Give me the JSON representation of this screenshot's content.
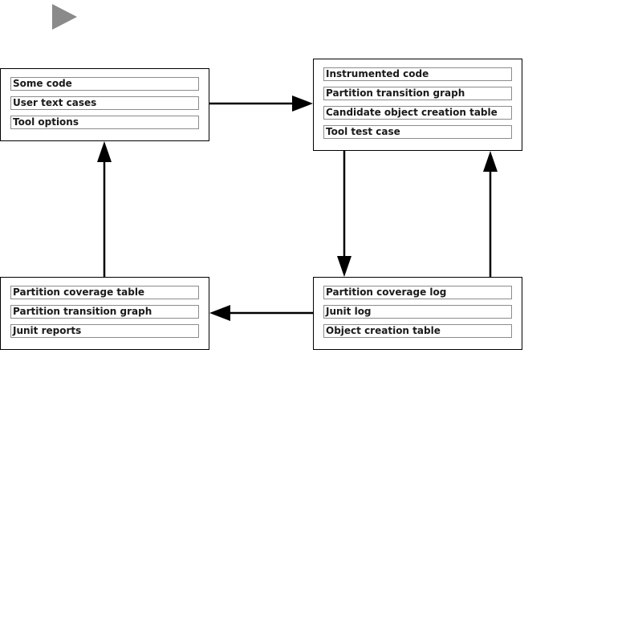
{
  "diagram": {
    "play_icon": {
      "icon": "play-icon",
      "color": "#8a8a8a"
    },
    "nodes": {
      "inputs": {
        "items": [
          "Some code",
          "User text cases",
          "Tool options"
        ]
      },
      "tool_outputs": {
        "items": [
          "Instrumented code",
          "Partition transition graph",
          "Candidate object creation table",
          "Tool test case"
        ]
      },
      "execution_logs": {
        "items": [
          "Partition coverage log",
          "Junit log",
          "Object creation table"
        ]
      },
      "reports": {
        "items": [
          "Partition coverage table",
          "Partition transition graph",
          "Junit reports"
        ]
      }
    },
    "edges": [
      {
        "from": "inputs",
        "to": "tool_outputs"
      },
      {
        "from": "tool_outputs",
        "to": "execution_logs"
      },
      {
        "from": "execution_logs",
        "to": "tool_outputs"
      },
      {
        "from": "execution_logs",
        "to": "reports"
      },
      {
        "from": "reports",
        "to": "inputs"
      }
    ]
  }
}
